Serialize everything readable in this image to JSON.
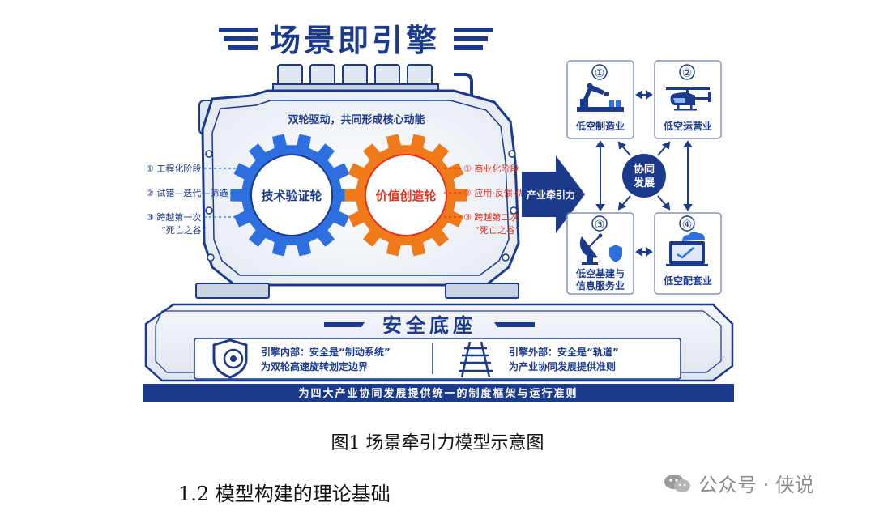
{
  "diagram": {
    "title": "场景即引擎",
    "engine_top_text": "双轮驱动，共同形成核心动能",
    "left_gear": "技术验证轮",
    "right_gear": "价值创造轮",
    "left_stages": [
      "① 工程化阶段",
      "② 试错—迭代—筛选",
      "③ 跨越第一次",
      "“死亡之谷”"
    ],
    "right_stages": [
      "① 商业化阶段",
      "② 应用·反馈·优化",
      "③ 跨越第二次",
      "“死亡之谷”"
    ],
    "arrow_label": "产业牵引力",
    "center_label_line1": "协同",
    "center_label_line2": "发展",
    "industries": [
      {
        "num": "①",
        "label": "低空制造业",
        "icon": "robot-arm-icon"
      },
      {
        "num": "②",
        "label": "低空运营业",
        "icon": "helicopter-icon"
      },
      {
        "num": "③",
        "label_line1": "低空基建与",
        "label_line2": "信息服务业",
        "icon": "satellite-dish-icon"
      },
      {
        "num": "④",
        "label": "低空配套业",
        "icon": "computer-cloud-icon"
      }
    ],
    "base_title": "安全底座",
    "base_left_line1": "引擎内部：安全是“制动系统”",
    "base_left_line2": "为双轮高速旋转划定边界",
    "base_right_line1": "引擎外部：安全是“轨道”",
    "base_right_line2": "为产业协同发展提供准则",
    "bottom_band": "为四大产业协同发展提供统一的制度框架与运行准则",
    "colors": {
      "navy": "#1b3a8c",
      "blue": "#2e6fe0",
      "orange": "#f07a1a",
      "red": "#e0321c"
    }
  },
  "caption": "图1  场景牵引力模型示意图",
  "section_heading": "1.2 模型构建的理论基础",
  "watermark": "公众号 · 侠说"
}
